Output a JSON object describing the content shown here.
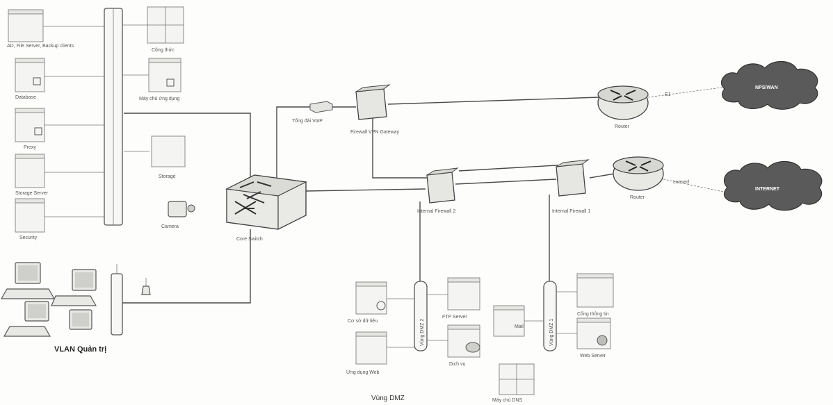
{
  "diagram": {
    "vlan_label": "VLAN Quản trị",
    "dmz_label": "Vùng DMZ",
    "core_switch_label": "Core Switch",
    "firewall_vpn_label": "Firewall VPN Gateway",
    "firewall2_label": "Internal Firewall 2",
    "firewall1_label": "Internal Firewall 1",
    "router_top_label": "Router",
    "router_bottom_label": "Router",
    "cloud_top_label": "NPS/WAN",
    "cloud_bottom_label": "INTERNET",
    "vpn_device_label": "Tổng đài VoIP",
    "top_line_tag": "E1",
    "bottom_line_tag": "Leased",
    "left_servers": [
      "AD, File Server, Backup clients",
      "Database",
      "Proxy",
      "Storage Server",
      "Security"
    ],
    "top_servers": [
      "Công thức",
      "Máy chủ ứng dụng"
    ],
    "backbone_devices": [
      "Storage",
      "Camera"
    ],
    "dmz_pole_2": "Vùng DMZ 2",
    "dmz_pole_1": "Vùng DMZ 1",
    "dmz_servers_left": [
      "Cơ sở dữ liệu",
      "Ứng dụng Web"
    ],
    "dmz_servers_mid": [
      "FTP Server",
      "Dịch vụ",
      "Mail"
    ],
    "dmz_servers_right": [
      "Cổng thông tin",
      "Web Server"
    ],
    "dmz_bottom_server": "Máy chủ DNS"
  }
}
